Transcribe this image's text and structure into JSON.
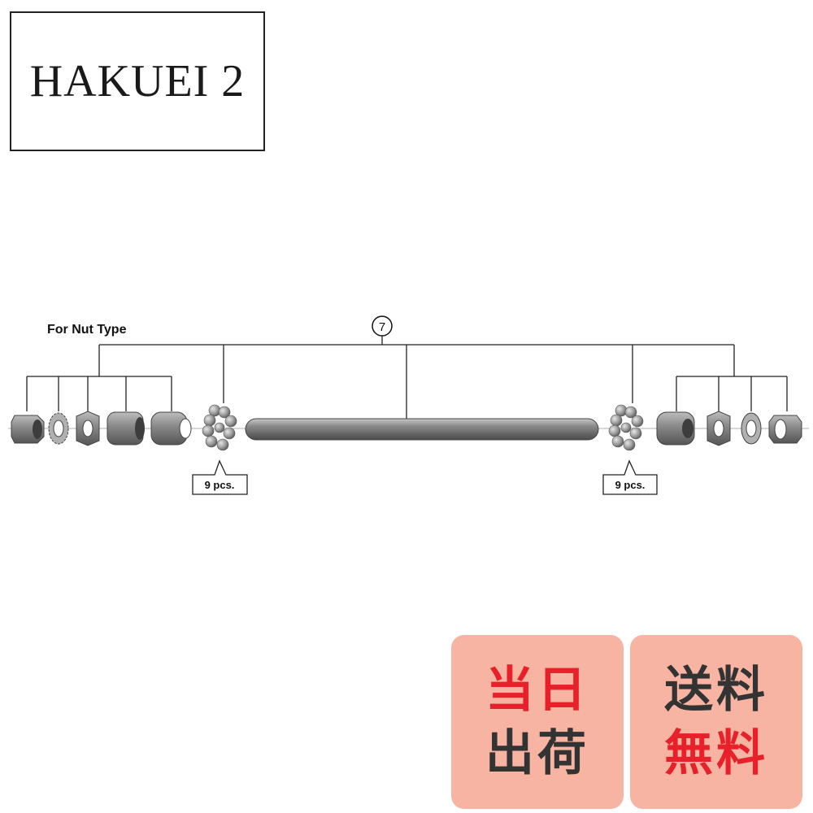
{
  "brand": {
    "title": "HAKUEI 2"
  },
  "diagram": {
    "section_label": "For Nut Type",
    "part_number": "7",
    "ball_count_left": "9 pcs.",
    "ball_count_right": "9 pcs."
  },
  "badges": {
    "same_day": {
      "line1": "当日",
      "line2": "出荷",
      "text_color": "#e8202a",
      "bg_color": "#f7b4a2"
    },
    "free_shipping": {
      "line1": "送料",
      "line2": "無料",
      "line1_color": "#333333",
      "line2_color": "#e8202a",
      "bg_color": "#f7b4a2"
    }
  }
}
